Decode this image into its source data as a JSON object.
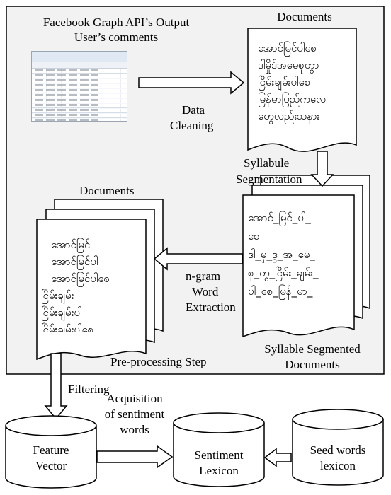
{
  "labels": {
    "fb_output_line1": "Facebook Graph API’s Output",
    "fb_output_line2": "User’s comments",
    "documents_top": "Documents",
    "data_cleaning_line1": "Data",
    "data_cleaning_line2": "Cleaning",
    "syllable_seg_line1": "Syllabule",
    "syllable_seg_line2": "Segmentation",
    "documents_left": "Documents",
    "ngram_line1": "n-gram",
    "ngram_line2": "Word",
    "ngram_line3": "Extraction",
    "syll_docs_line1": "Syllable Segmented",
    "syll_docs_line2": "Documents",
    "preprocessing": "Pre-processing Step",
    "filtering": "Filtering",
    "acq_line1": "Acquisition",
    "acq_line2": "of sentiment",
    "acq_line3": "words",
    "feature_line1": "Feature",
    "feature_line2": "Vector",
    "sentiment_line1": "Sentiment",
    "sentiment_line2": "Lexicon",
    "seed_line1": "Seed words",
    "seed_line2": "lexicon"
  },
  "doc_top_text": [
    "အောင်မြင်ပါစေ",
    "ဒါမှိုဒ်အမေစုတွာ",
    "ငြိမ်းချမ်းပါစေ",
    "မြန်မာပြည်ကလေ",
    "တွေလည်းသနား"
  ],
  "syll_doc_text": [
    "အောင်_မြင်_ပါ_",
    "စေ",
    "ဒါ_မှ_ဒ္_အ_မေ_",
    "စု_တွ_ငြိမ်း_ချမ်း_",
    "ပါ_စေ_မြန်_မာ_"
  ],
  "ngram_doc_text": [
    "အောင်မြင်",
    "အောင်မြင်ပါ",
    "အောင်မြင်ပါစေ",
    "ငြိမ်းချမ်း",
    "ငြိမ်းချမ်းပါ",
    "ငြိမ်းချမ်းပါစေ"
  ]
}
